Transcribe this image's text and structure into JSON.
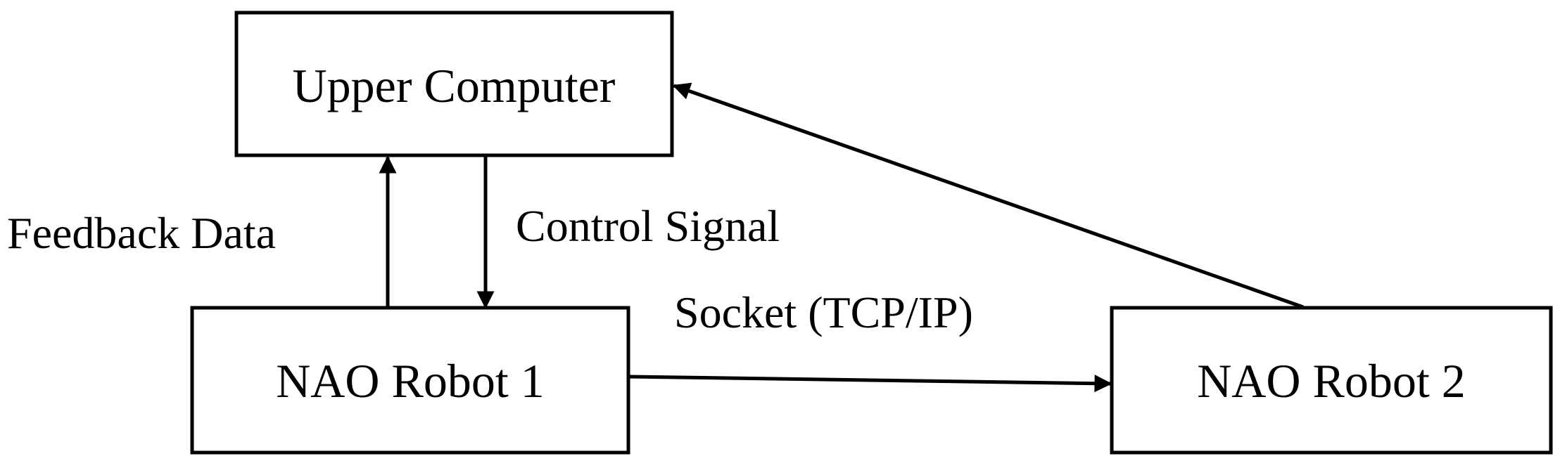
{
  "diagram": {
    "nodes": {
      "upper_computer": "Upper Computer",
      "nao_robot_1": "NAO Robot 1",
      "nao_robot_2": "NAO Robot 2"
    },
    "edges": {
      "feedback": "Feedback Data",
      "control": "Control Signal",
      "socket": "Socket (TCP/IP)"
    },
    "colors": {
      "stroke": "#000000",
      "background": "#ffffff"
    }
  }
}
